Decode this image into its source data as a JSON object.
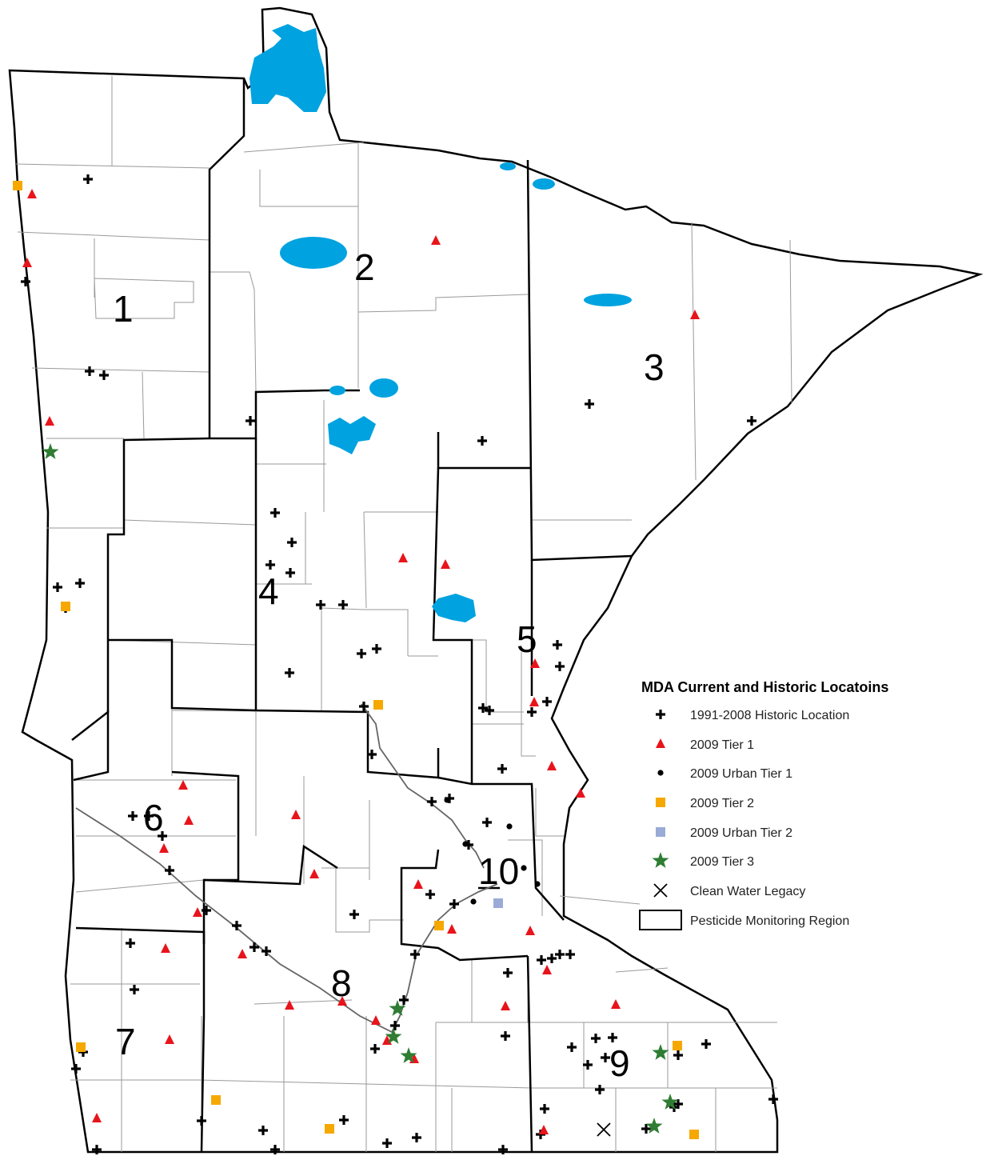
{
  "colors": {
    "water": "#00a2e0",
    "tier1": "#e8141b",
    "tier2": "#f5a800",
    "urban_tier2": "#9aabd8",
    "tier3": "#2e7d32",
    "marker_dark": "#000000",
    "county_line": "#9a9a9a",
    "region_line": "#000000"
  },
  "regions": [
    {
      "label": "1"
    },
    {
      "label": "2"
    },
    {
      "label": "3"
    },
    {
      "label": "4"
    },
    {
      "label": "5"
    },
    {
      "label": "6"
    },
    {
      "label": "7"
    },
    {
      "label": "8"
    },
    {
      "label": "9"
    },
    {
      "label": "10"
    }
  ],
  "legend": {
    "title": "MDA Current and Historic Locatoins",
    "items": [
      {
        "symbol": "plus-icon",
        "label": "1991-2008 Historic Location"
      },
      {
        "symbol": "triangle-icon",
        "label": "2009 Tier 1"
      },
      {
        "symbol": "dot-icon",
        "label": "2009 Urban Tier 1"
      },
      {
        "symbol": "square-icon",
        "label": "2009 Tier 2"
      },
      {
        "symbol": "square-icon",
        "label": "2009 Urban Tier 2"
      },
      {
        "symbol": "star-icon",
        "label": "2009 Tier 3"
      },
      {
        "symbol": "x-icon",
        "label": "Clean Water Legacy"
      },
      {
        "symbol": "rectangle-icon",
        "label": "Pesticide Monitoring Region"
      }
    ]
  }
}
